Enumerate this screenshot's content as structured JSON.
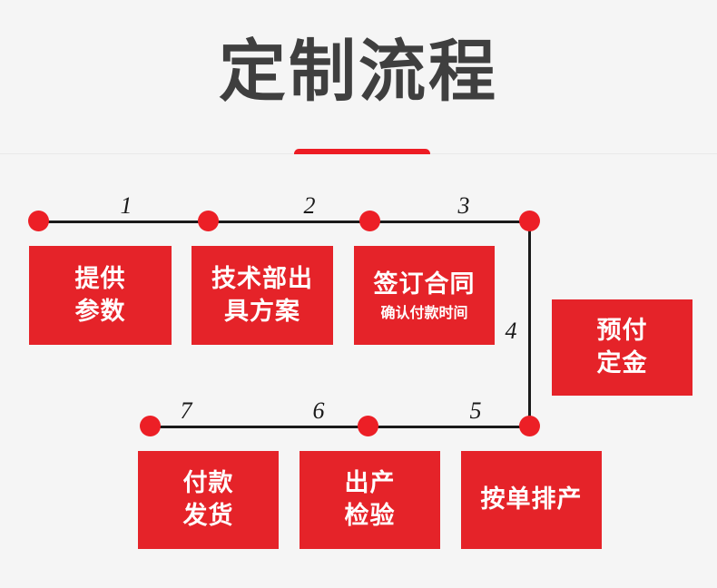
{
  "header": {
    "title": "定制流程",
    "accent_color": "#ed1c24",
    "title_color": "#3f3f3f",
    "divider_color": "#e9e9e9"
  },
  "theme": {
    "background": "#f5f5f5",
    "box_red": "#e52329",
    "dot_red": "#ec1f26",
    "line_black": "#1a1a1a",
    "box_text": "#ffffff"
  },
  "flow": {
    "steps": [
      {
        "number": "1",
        "label": "提供\n参数",
        "sub": ""
      },
      {
        "number": "2",
        "label": "技术部出\n具方案",
        "sub": ""
      },
      {
        "number": "3",
        "label": "签订合同",
        "sub": "确认付款时间"
      },
      {
        "number": "4",
        "label": "预付\n定金",
        "sub": ""
      },
      {
        "number": "5",
        "label": "按单排产",
        "sub": ""
      },
      {
        "number": "6",
        "label": "出产\n检验",
        "sub": ""
      },
      {
        "number": "7",
        "label": "付款\n发货",
        "sub": ""
      }
    ]
  }
}
